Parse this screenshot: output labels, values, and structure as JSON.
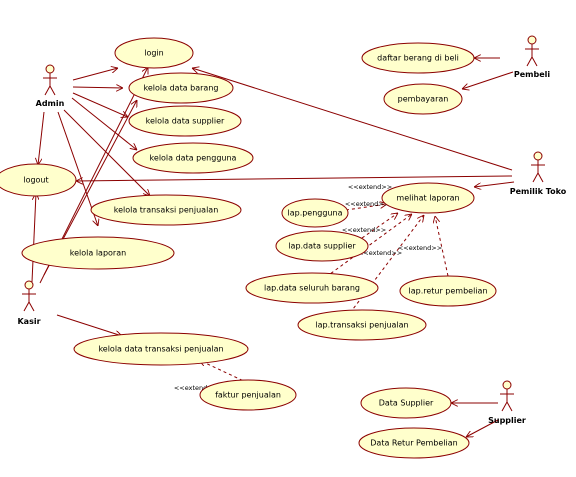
{
  "use_cases": {
    "login": "login",
    "kelola_barang": "kelola data barang",
    "kelola_supplier": "kelola data supplier",
    "kelola_pengguna": "kelola data pengguna",
    "kelola_transaksi": "kelola transaksi penjualan",
    "logout": "logout",
    "kelola_laporan": "kelola laporan",
    "kelola_data_transaksi": "kelola data transaksi penjualan",
    "faktur": "faktur penjualan",
    "daftar_barang": "daftar berang di beli",
    "pembayaran": "pembayaran",
    "melihat_laporan": "melihat laporan",
    "lap_pengguna": "lap.pengguna",
    "lap_supplier": "lap.data supplier",
    "lap_seluruh_barang": "lap.data seluruh barang",
    "lap_retur": "lap.retur pembelian",
    "lap_transaksi": "lap.transaksi penjualan",
    "data_supplier": "Data Supplier",
    "data_retur": "Data Retur Pembelian"
  },
  "actors": {
    "admin": "Admin",
    "kasir": "Kasir",
    "pembeli": "Pembeli",
    "pemilik": "Pemilik Toko",
    "supplier": "Supplier"
  },
  "stereotype": "<<extend>>"
}
